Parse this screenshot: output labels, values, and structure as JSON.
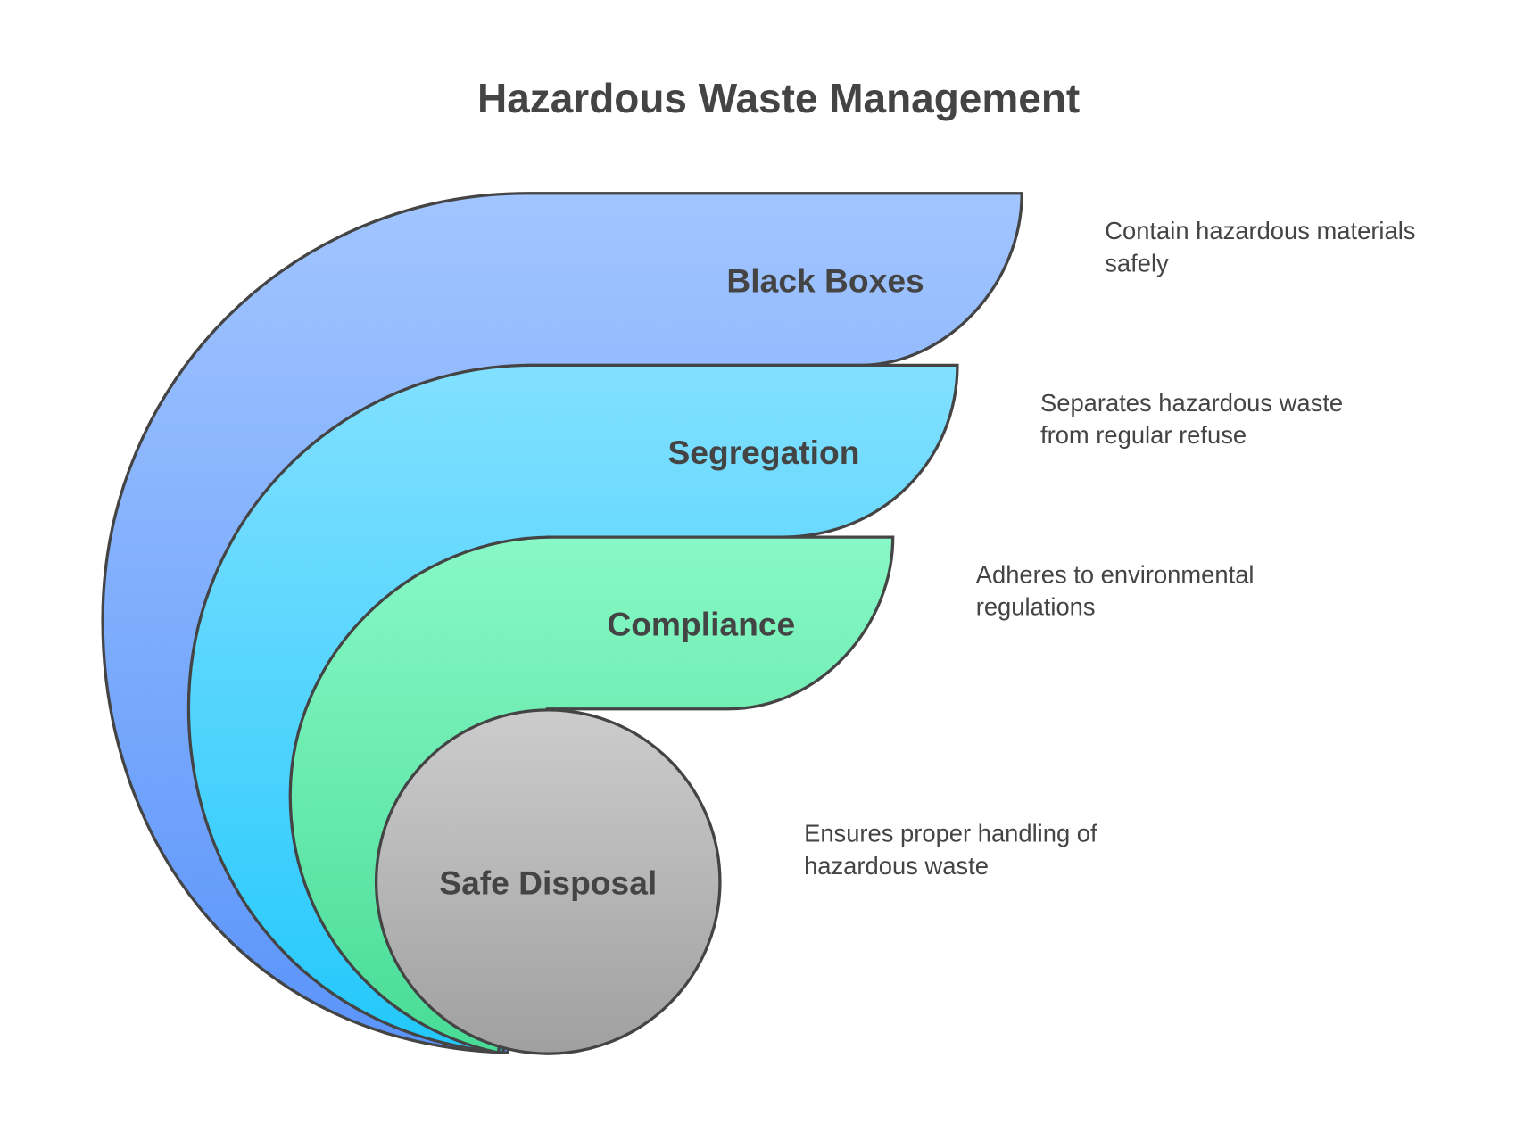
{
  "title": "Hazardous Waste Management",
  "layers": [
    {
      "label": "Black Boxes",
      "desc": [
        "Contain hazardous materials",
        "safely"
      ],
      "color_top": "#a2c5ff",
      "color_bottom": "#5a94fa"
    },
    {
      "label": "Segregation",
      "desc": [
        "Separates hazardous waste",
        "from regular refuse"
      ],
      "color_top": "#82e0ff",
      "color_bottom": "#22c8fb"
    },
    {
      "label": "Compliance",
      "desc": [
        "Adheres to environmental",
        "regulations"
      ],
      "color_top": "#88f8c6",
      "color_bottom": "#48dc96"
    },
    {
      "label": "Safe Disposal",
      "desc": [
        "Ensures proper handling of",
        "hazardous waste"
      ],
      "color_top": "#cccccc",
      "color_bottom": "#a0a0a0"
    }
  ]
}
